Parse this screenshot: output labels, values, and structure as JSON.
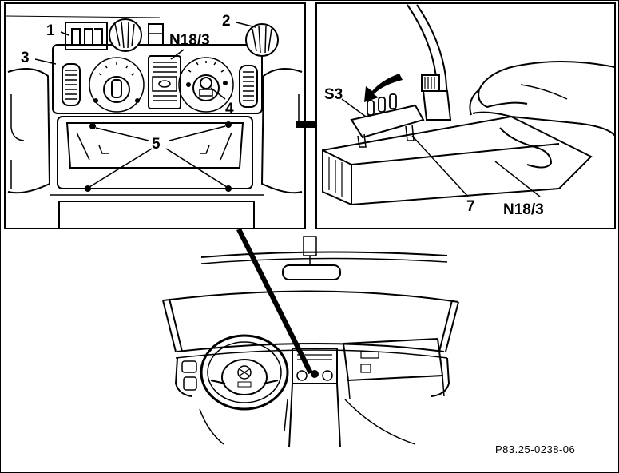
{
  "callouts": {
    "c1": "1",
    "c2": "2",
    "c3": "3",
    "c4": "4",
    "c5": "5",
    "c7": "7",
    "n18_3_left": "N18/3",
    "n18_3_right": "N18/3",
    "s3": "S3"
  },
  "reference_code": "P83.25-0238-06",
  "icons": {
    "detail_arrow": "right-arrow-icon",
    "removal_arrow": "curved-arrow-icon"
  },
  "colors": {
    "ink": "#000000",
    "paper": "#ffffff"
  }
}
